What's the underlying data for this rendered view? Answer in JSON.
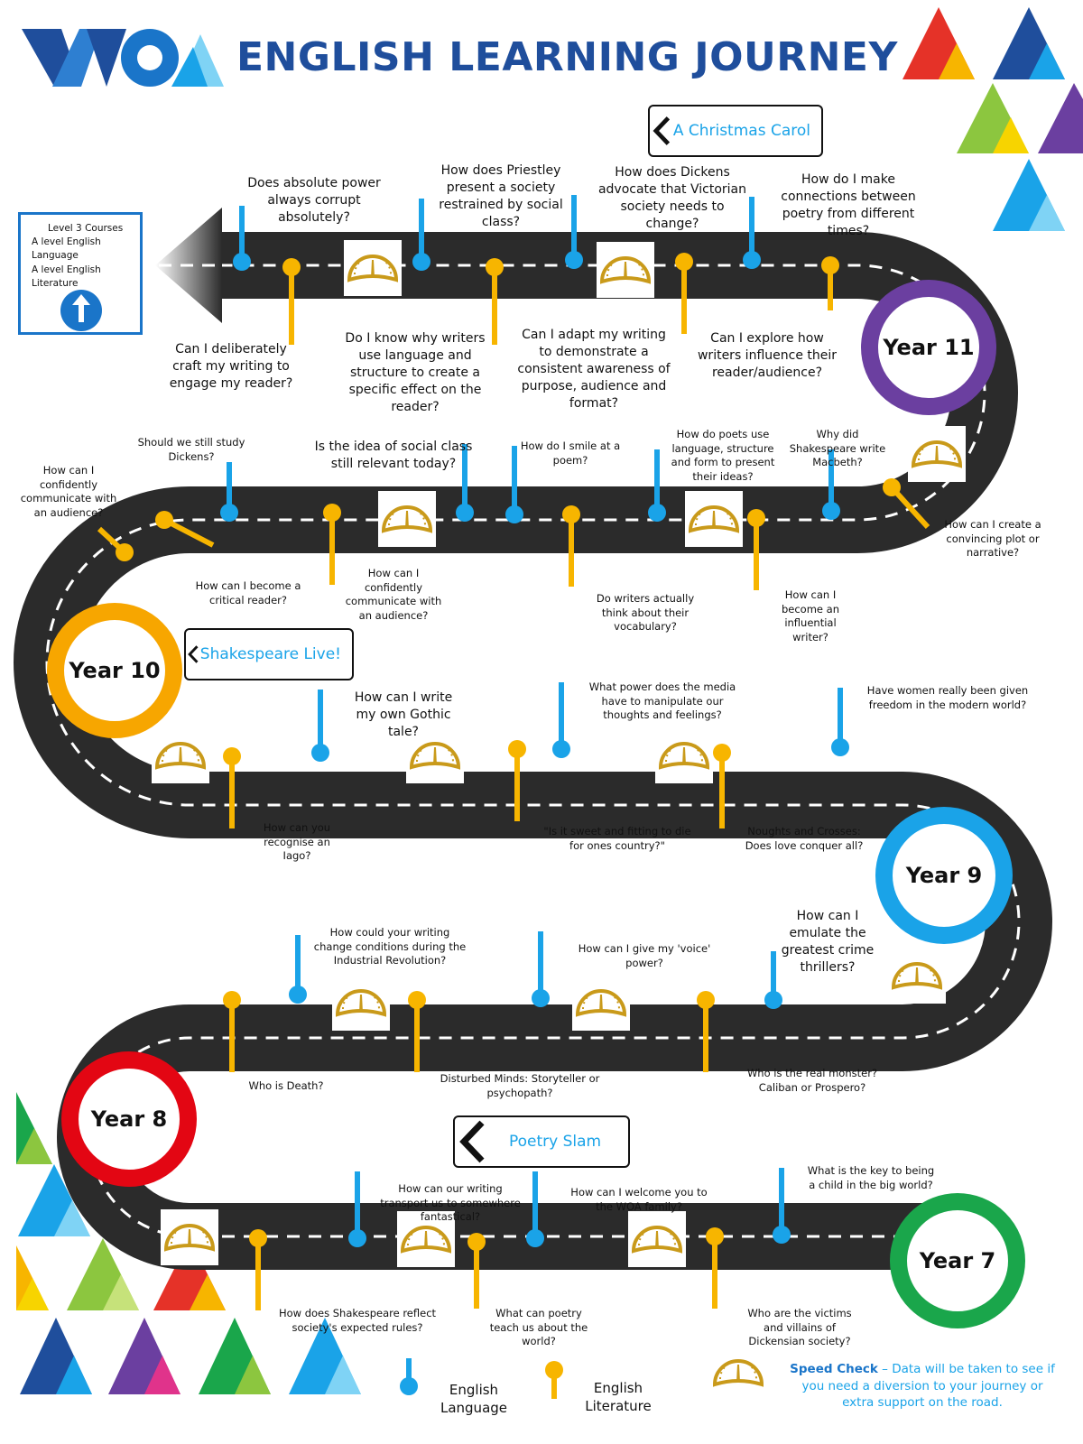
{
  "header": {
    "title": "ENGLISH LEARNING JOURNEY",
    "logo": "WOA"
  },
  "colors": {
    "title": "#1f4e9c",
    "language_pin": "#1aa3e8",
    "literature_pin": "#f7b500",
    "year7": "#1aa64b",
    "year8": "#e30613",
    "year9": "#1aa3e8",
    "year10": "#f7a600",
    "year11": "#6b3fa0",
    "road": "#2b2b2b",
    "speedo": "#c99a1a"
  },
  "courses": {
    "line1": "Level 3 Courses",
    "line2": "A level English",
    "line3": "Language",
    "line4": "A level English",
    "line5": "Literature",
    "icon": "arrow-up-icon"
  },
  "signs": {
    "carol": "A Christmas Carol",
    "shakespeare": "Shakespeare Live!",
    "poetry": "Poetry Slam"
  },
  "years": {
    "y7": "Year 7",
    "y8": "Year 8",
    "y9": "Year 9",
    "y10": "Year 10",
    "y11": "Year 11"
  },
  "questions": {
    "y11": {
      "q1": "Does absolute power always corrupt absolutely?",
      "q2": "How does Priestley present a society restrained by social class?",
      "q3": "How does Dickens advocate that Victorian society needs to change?",
      "q4": "How do I make connections between poetry from different times?",
      "q5": "Can I deliberately craft my writing to engage my reader?",
      "q6": "Do I know why writers use language and structure to create a specific effect on the reader?",
      "q7": "Can I adapt my writing to demonstrate a consistent awareness of purpose, audience and format?",
      "q8": "Can I explore how writers influence their reader/audience?"
    },
    "y10": {
      "q1": "How can I confidently communicate with an audience?",
      "q2": "Should we still study Dickens?",
      "q3": "Is the idea of social class still relevant today?",
      "q4": "How do I smile at a poem?",
      "q5": "How do poets use language, structure and form to present their ideas?",
      "q6": "Why did Shakespeare write Macbeth?",
      "q7": "How can I create a convincing plot or narrative?",
      "q8": "How can I  become a critical reader?",
      "q9": "How can I confidently communicate with an audience?",
      "q10": "Do writers actually think about their vocabulary?",
      "q11": "How can I become an influential writer?"
    },
    "y9": {
      "q1": "How can I write my own Gothic tale?",
      "q2": "What power does the media have to manipulate our thoughts and feelings?",
      "q3": "Have women really been given freedom in the modern world?",
      "q4": "How can you recognise an Iago?",
      "q5": "\"Is it sweet and fitting to die for ones country?\"",
      "q6": "Noughts and Crosses: Does love conquer all?"
    },
    "y8": {
      "q1": "How could your writing change conditions during the Industrial Revolution?",
      "q2": "How can I give my 'voice' power?",
      "q3": "How can I emulate the greatest crime thrillers?",
      "q4": "Who is Death?",
      "q5": "Disturbed Minds: Storyteller or psychopath?",
      "q6": "Who is the real monster? Caliban or Prospero?"
    },
    "y7": {
      "q1": "How can our writing transport us to somewhere fantastical?",
      "q2": "How can I welcome you to the WOA family?",
      "q3": "What is the key to being a child in the big world?",
      "q4": "How does Shakespeare reflect society's expected rules?",
      "q5": "What can poetry teach us about the world?",
      "q6": "Who are the victims and villains of Dickensian society?"
    }
  },
  "legend": {
    "language": "English Language",
    "literature": "English Literature",
    "speed_title": "Speed Check",
    "speed_text": " – Data will be taken to see if you need a diversion to your journey  or extra support on the road."
  }
}
